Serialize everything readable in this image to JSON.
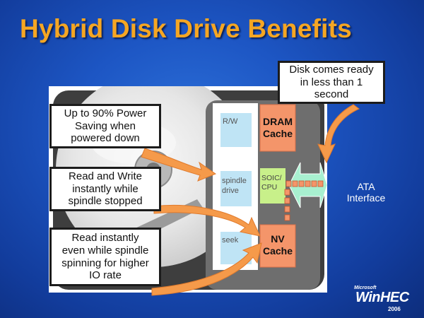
{
  "slide": {
    "title": "Hybrid Disk Drive Benefits"
  },
  "callouts": {
    "power": "Up to 90% Power\nSaving when\npowered down",
    "read_write": "Read and Write\ninstantly while\nspindle stopped",
    "read_instant": "Read instantly\neven while spindle\nspinning for higher\nIO rate",
    "disk_ready": "Disk comes ready\nin less than 1\nsecond"
  },
  "board": {
    "rw": "R/W",
    "spindle_drive": "spindle\ndrive",
    "seek": "seek",
    "dram_cache": "DRAM\nCache",
    "soic_cpu": "SOIC/\nCPU",
    "nv_cache": "NV\nCache"
  },
  "interface": {
    "line1": "ATA",
    "line2": "Interface"
  },
  "logo": {
    "brand_small": "Microsoft",
    "brand": "WinHEC",
    "year": "2006"
  },
  "colors": {
    "title": "#f5a623",
    "background": "#1d56c4",
    "cache_block": "#f4956a",
    "cpu_block": "#c8f08a",
    "light_block": "#bfe4f5",
    "arrow": "#f59a4a",
    "interface_arrow": "#a8f0d0"
  }
}
